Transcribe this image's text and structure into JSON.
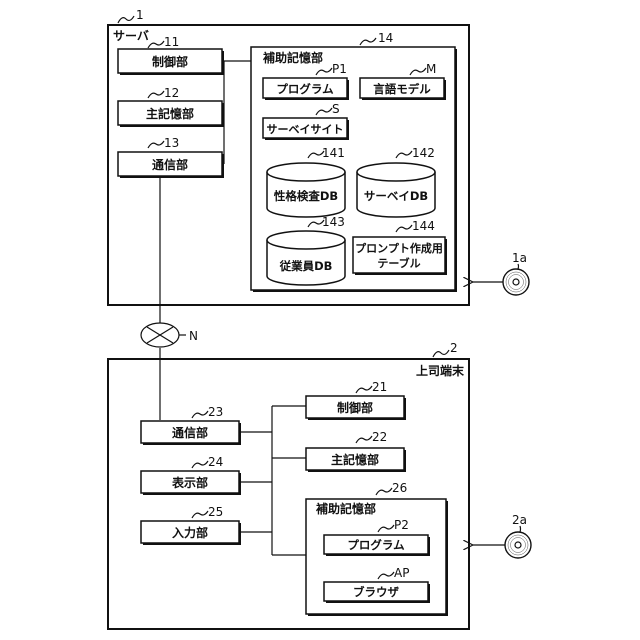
{
  "server": {
    "ref": "1",
    "title": "サーバ",
    "units": [
      {
        "ref": "11",
        "label": "制御部"
      },
      {
        "ref": "12",
        "label": "主記憶部"
      },
      {
        "ref": "13",
        "label": "通信部"
      }
    ],
    "storage": {
      "ref": "14",
      "title": "補助記憶部",
      "program": {
        "ref": "P1",
        "label": "プログラム"
      },
      "model": {
        "ref": "M",
        "label": "言語モデル"
      },
      "site": {
        "ref": "S",
        "label": "サーベイサイト"
      },
      "db1": {
        "ref": "141",
        "label": "性格検査DB"
      },
      "db2": {
        "ref": "142",
        "label": "サーベイDB"
      },
      "db3": {
        "ref": "143",
        "label": "従業員DB"
      },
      "table": {
        "ref": "144",
        "label_line1": "プロンプト作成用",
        "label_line2": "テーブル"
      }
    },
    "disk_ref": "1a"
  },
  "network": {
    "ref": "N"
  },
  "terminal": {
    "ref": "2",
    "title": "上司端末",
    "left_units": [
      {
        "ref": "23",
        "label": "通信部"
      },
      {
        "ref": "24",
        "label": "表示部"
      },
      {
        "ref": "25",
        "label": "入力部"
      }
    ],
    "right_units": [
      {
        "ref": "21",
        "label": "制御部"
      },
      {
        "ref": "22",
        "label": "主記憶部"
      }
    ],
    "storage": {
      "ref": "26",
      "title": "補助記憶部",
      "program": {
        "ref": "P2",
        "label": "プログラム"
      },
      "browser": {
        "ref": "AP",
        "label": "ブラウザ"
      }
    },
    "disk_ref": "2a"
  }
}
